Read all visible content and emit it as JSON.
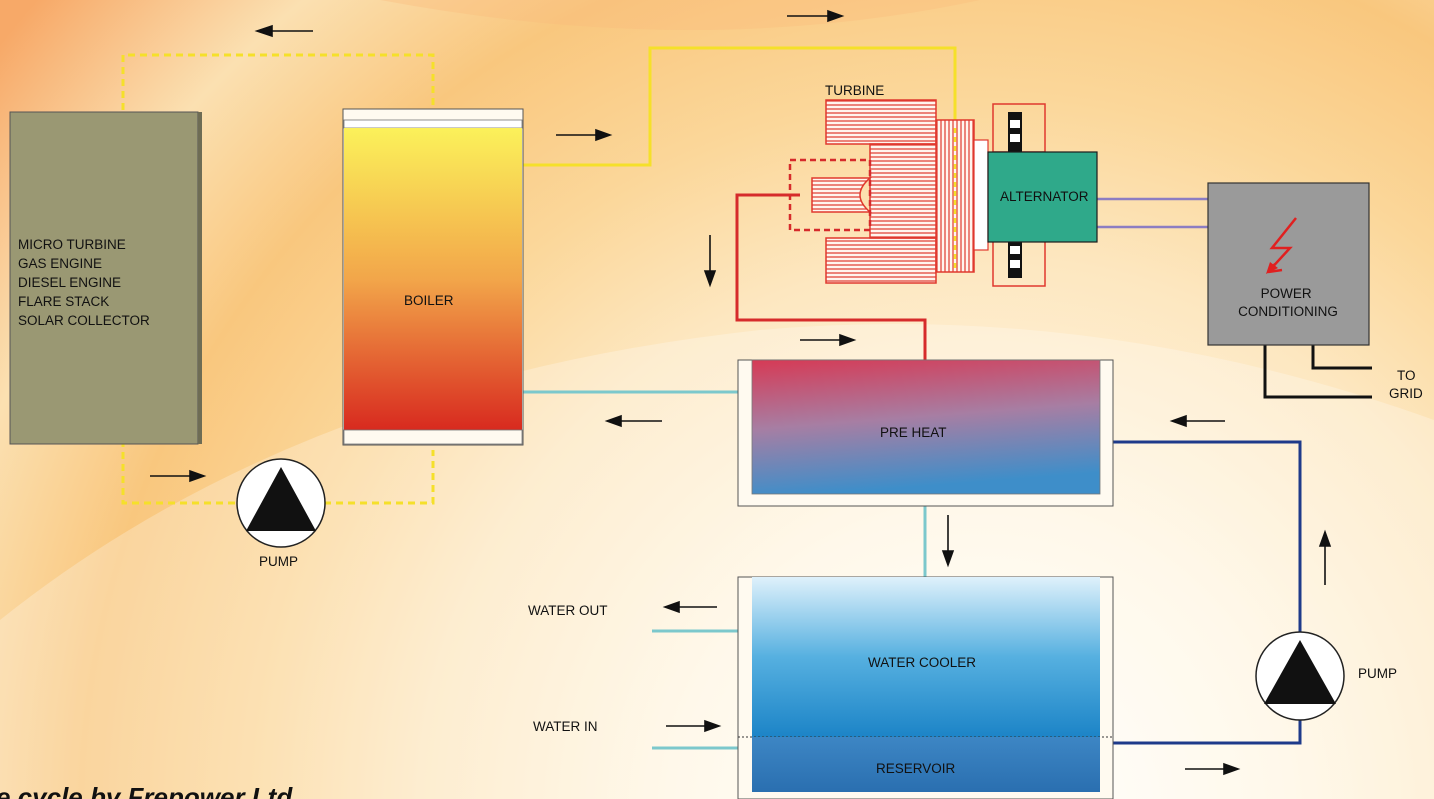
{
  "labels": {
    "source_lines": [
      "MICRO TURBINE",
      "GAS ENGINE",
      "DIESEL ENGINE",
      "FLARE STACK",
      "SOLAR COLLECTOR"
    ],
    "boiler": "BOILER",
    "turbine": "TURBINE",
    "alternator": "ALTERNATOR",
    "power_conditioning_line1": "POWER",
    "power_conditioning_line2": "CONDITIONING",
    "to_grid_line1": "TO",
    "to_grid_line2": "GRID",
    "pre_heat": "PRE HEAT",
    "water_cooler": "WATER COOLER",
    "reservoir": "RESERVOIR",
    "water_out": "WATER OUT",
    "water_in": "WATER IN",
    "pump_left": "PUMP",
    "pump_right": "PUMP",
    "caption": "e cycle by Frepower Ltd"
  },
  "colors": {
    "hot_loop": "#f5e02a",
    "steam": "#d62b2b",
    "condensate": "#1e3a8a",
    "cooling": "#7cc8cc",
    "alternator": "#2fa98a",
    "power_box": "#9a9a9a",
    "source_box": "#9a9873",
    "lightning": "#e02020"
  }
}
